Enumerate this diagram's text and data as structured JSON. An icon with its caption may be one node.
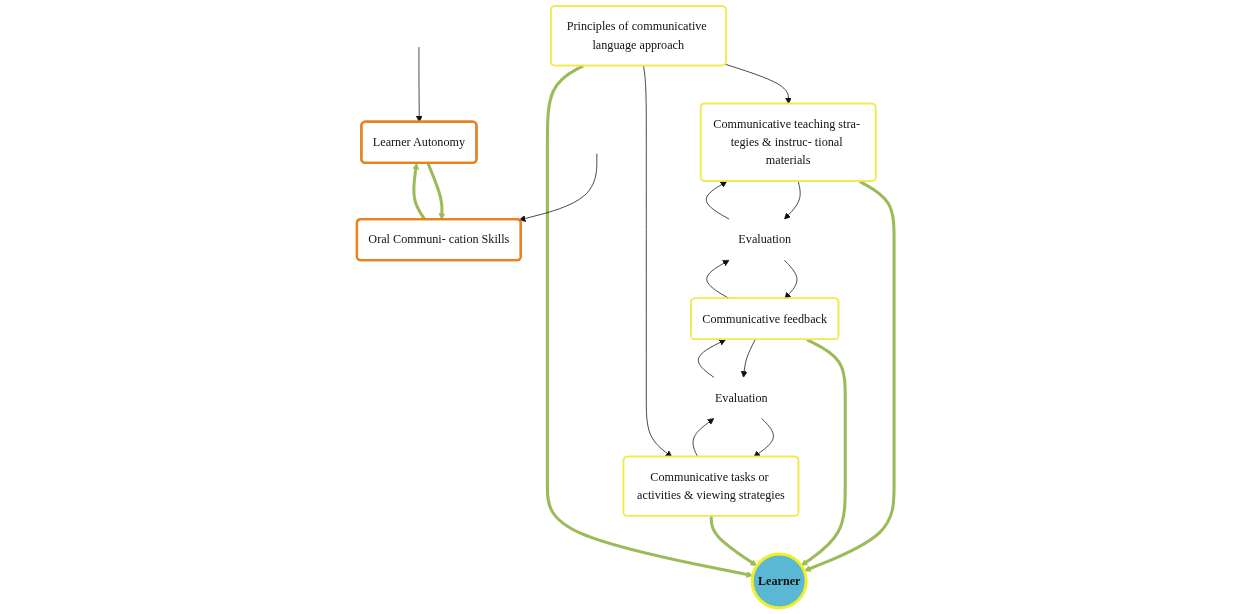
{
  "diagram": {
    "nodes": [
      {
        "text": [
          "Principles of communicative language approach"
        ]
      },
      {
        "text": [
          "Learner Autonomy"
        ]
      },
      {
        "text": [
          "Communicative teaching stra- tegies & instruc- tional materials"
        ]
      },
      {
        "text": [
          "Learner"
        ]
      },
      {
        "text": [
          "Communicative tasks or activities & viewing strategies"
        ]
      },
      {
        "text": [
          "Evaluation"
        ]
      },
      {
        "text": [
          "Evaluation"
        ]
      },
      {
        "text": [
          "Oral Communi- cation Skills"
        ]
      },
      {
        "text": [
          "Communicative feedback"
        ]
      }
    ],
    "edges": [
      {
        "from": 0,
        "to": 2,
        "arrow": "to"
      },
      {
        "from": 0,
        "to": 4,
        "arrow": "to"
      },
      {
        "from": 0,
        "to": 3,
        "arrow": "to",
        "style": "thick",
        "color": "#9bbb59"
      },
      {
        "from": 2,
        "to": 3,
        "arrow": "to",
        "style": "thick",
        "color": "#9bbb59"
      },
      {
        "from": 4,
        "to": 3,
        "arrow": "to",
        "style": "thick",
        "color": "#9bbb59"
      },
      {
        "from": 8,
        "to": 3,
        "arrow": "to",
        "style": "thick",
        "color": "#9bbb59"
      },
      {
        "from": 2,
        "to": 5,
        "arrow": "to"
      },
      {
        "from": 5,
        "to": 2,
        "arrow": "to"
      },
      {
        "from": 8,
        "to": 5,
        "arrow": "to"
      },
      {
        "from": 5,
        "to": 8,
        "arrow": "to"
      },
      {
        "from": 4,
        "to": 6,
        "arrow": "to"
      },
      {
        "from": 6,
        "to": 4,
        "arrow": "to"
      },
      {
        "from": 6,
        "to": 8,
        "arrow": "to"
      },
      {
        "from": 8,
        "to": 6,
        "arrow": "to"
      },
      {
        "from": null,
        "to": 1,
        "arrow": "to"
      },
      {
        "from": null,
        "to": 7,
        "arrow": "to"
      },
      {
        "from": 1,
        "to": 7,
        "arrow": "to",
        "style": "thick",
        "color": "#9bbb59"
      },
      {
        "from": 7,
        "to": 1,
        "arrow": "to",
        "style": "thick",
        "color": "#9bbb59"
      }
    ]
  }
}
